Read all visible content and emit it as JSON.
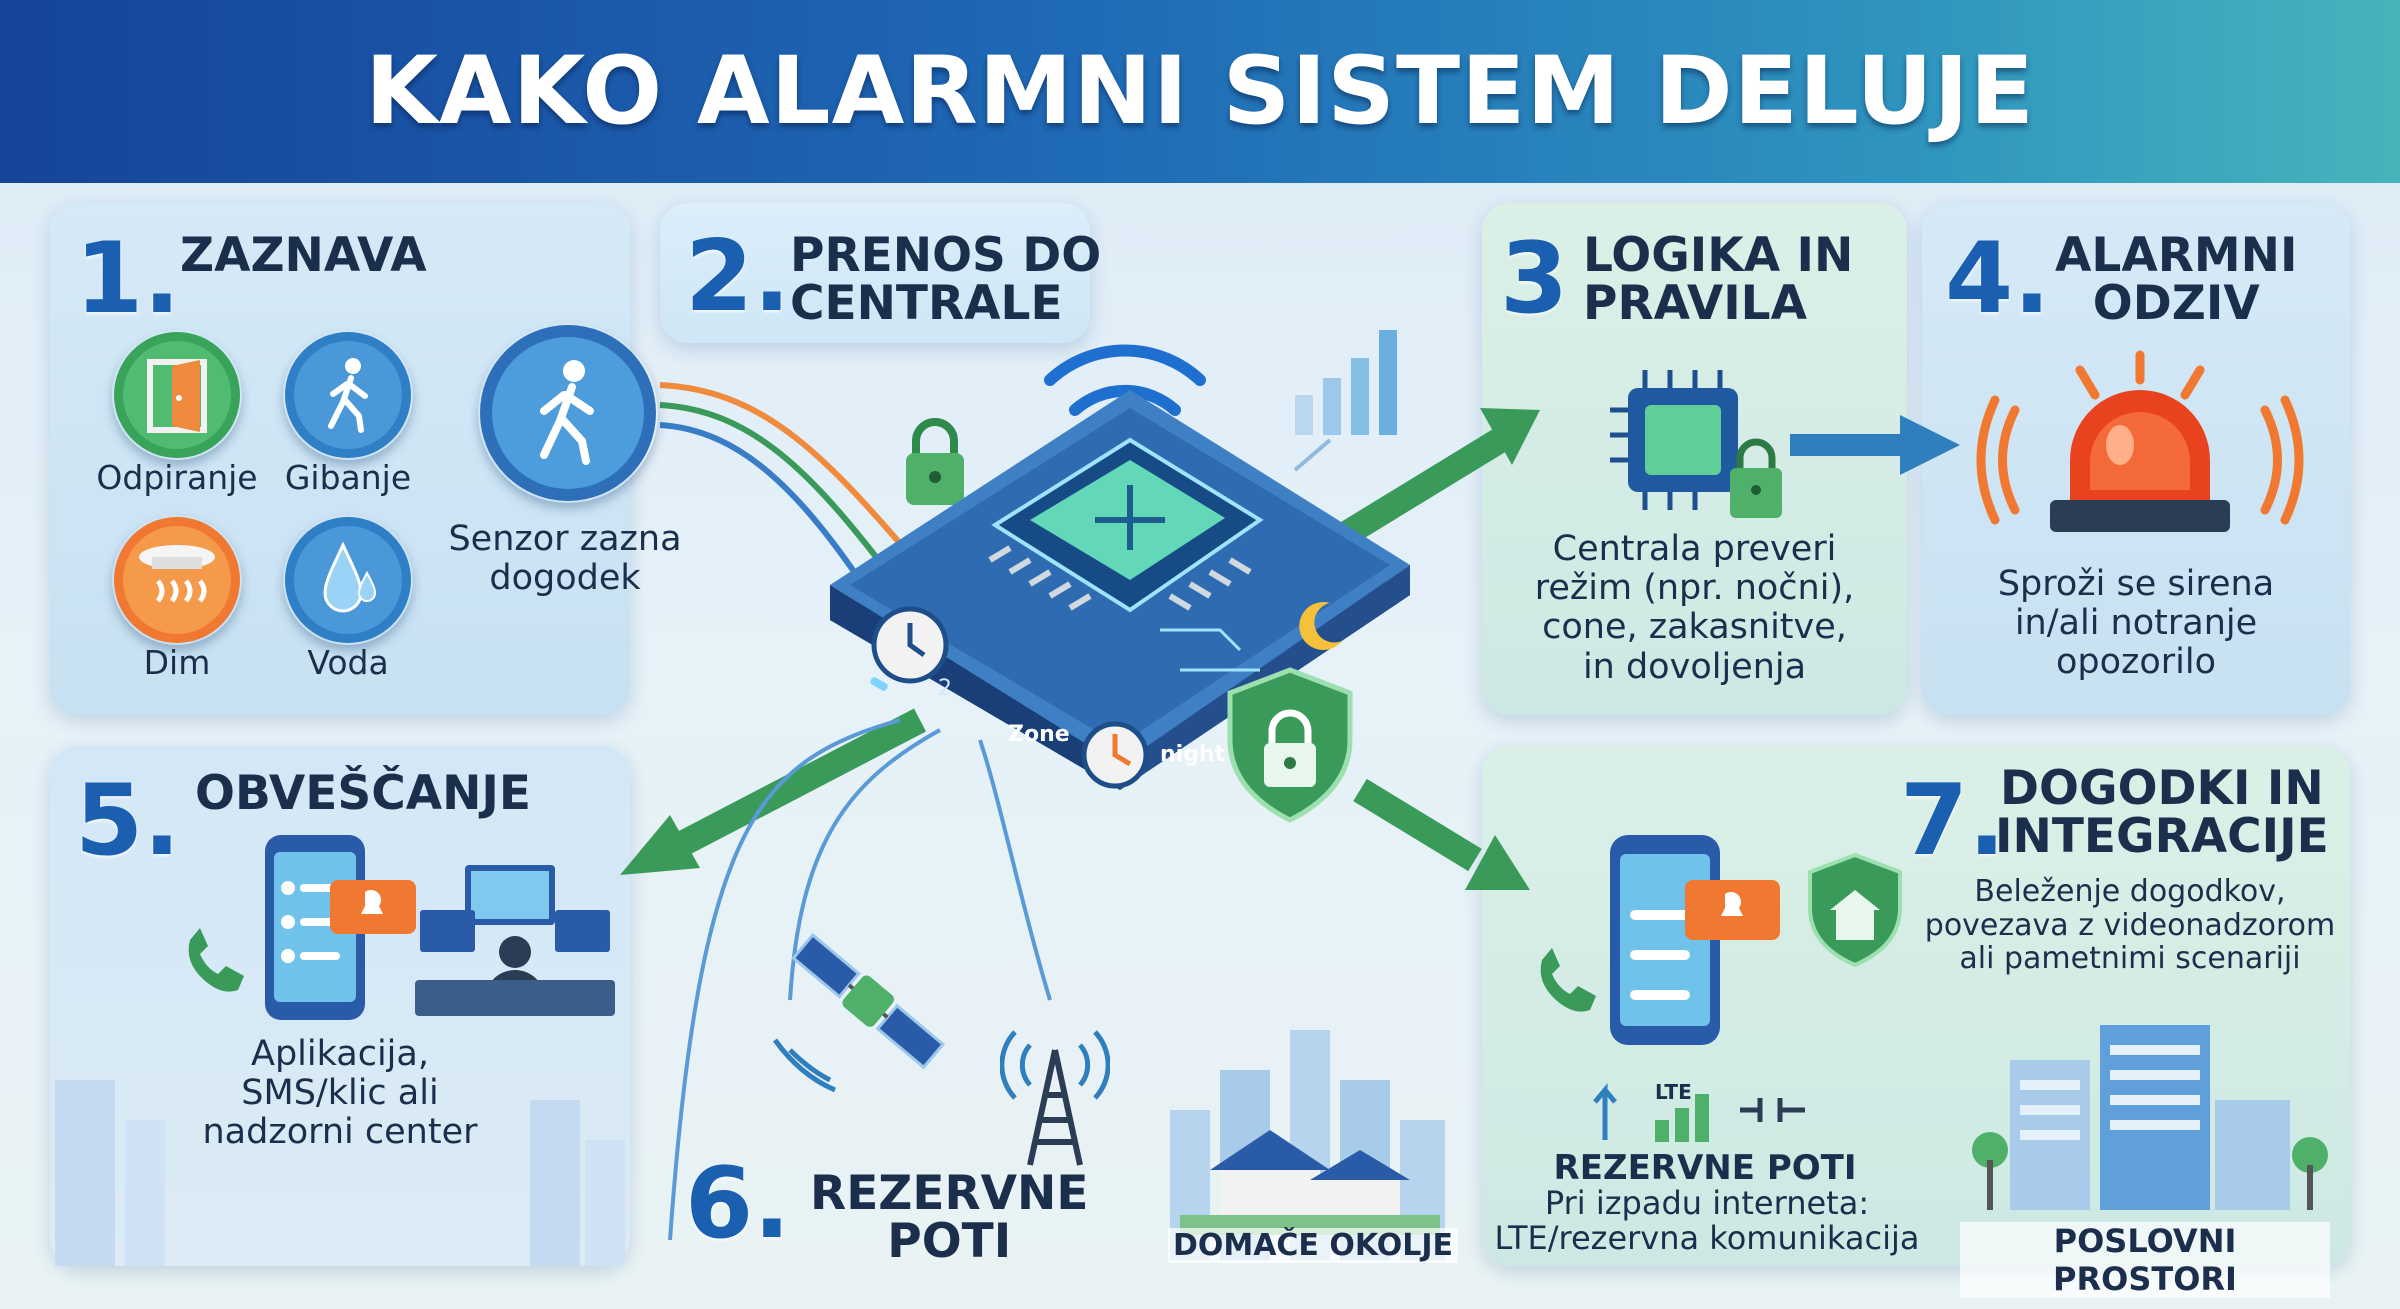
{
  "title": "KAKO ALARMNI SISTEM DELUJE",
  "colors": {
    "primary": "#1a5fb0",
    "green": "#3a9a5a",
    "orange": "#f07830",
    "dark": "#1b2f4c"
  },
  "step1": {
    "number": "1.",
    "title": "ZAZNAVA",
    "sensors": [
      {
        "label": "Odpiranje",
        "icon": "door-icon"
      },
      {
        "label": "Gibanje",
        "icon": "walking-person-icon"
      },
      {
        "label": "Dim",
        "icon": "smoke-detector-icon"
      },
      {
        "label": "Voda",
        "icon": "water-drop-icon"
      }
    ],
    "caption": "Senzor zazna\ndogodek"
  },
  "step2": {
    "number": "2.",
    "title": "PRENOS DO\nCENTRALE",
    "hub_labels": {
      "zone": "Zone",
      "night": "night",
      "two": "2"
    }
  },
  "step3": {
    "number": "3",
    "title": "LOGIKA IN\nPRAVILA",
    "caption": "Centrala preveri\nrežim (npr. nočni),\ncone, zakasnitve,\nin dovoljenja"
  },
  "step4": {
    "number": "4.",
    "title": "ALARMNI\nODZIV",
    "caption": "Sproži se sirena\nin/ali notranje\nopozorilo"
  },
  "step5": {
    "number": "5.",
    "title": "OBVEŠČANJE",
    "caption": "Aplikacija,\nSMS/klic ali\nnadzorni center"
  },
  "step6": {
    "number": "6.",
    "title": "REZERVNE\nPOTI",
    "home_label": "DOMAČE OKOLJE"
  },
  "step7": {
    "number": "7.",
    "title": "DOGODKI IN\nINTEGRACIJE",
    "caption": "Beleženje dogodkov,\npovezava z videonadzorom\nali pametnimi scenariji",
    "lte_label": "LTE",
    "backup_title": "REZERVNE POTI",
    "backup_caption": "Pri izpadu interneta:\nLTE/rezervna komunikacija",
    "business_label": "POSLOVNI PROSTORI"
  }
}
